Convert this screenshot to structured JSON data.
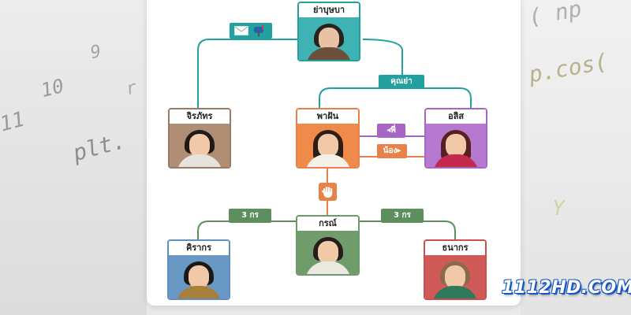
{
  "background": {
    "code_left": [
      "9",
      "10",
      "r",
      "11",
      "plt."
    ],
    "code_right": [
      "( np",
      "p.cos(",
      "Y"
    ]
  },
  "diagram": {
    "nodes": [
      {
        "id": "grandma",
        "name": "ย่าบุษบา",
        "color": "#23a0a0"
      },
      {
        "id": "jirapat",
        "name": "จิรภัทร",
        "color": "#9a7a64"
      },
      {
        "id": "pafun",
        "name": "พาฝัน",
        "color": "#e8824a"
      },
      {
        "id": "alis",
        "name": "อลิส",
        "color": "#a766c6"
      },
      {
        "id": "korn",
        "name": "กรณ์",
        "color": "#6b9a6b"
      },
      {
        "id": "kirakorn",
        "name": "คิรากร",
        "color": "#5f8fbf"
      },
      {
        "id": "tanakorn",
        "name": "ธนากร",
        "color": "#cc4f4f"
      }
    ],
    "badges": {
      "khun_ya": "คุณย่า",
      "pee": "◂พี่",
      "nong": "น้อง▸",
      "left_3korn": "3 กร",
      "right_3korn": "3 กร"
    },
    "colors": {
      "teal": "#23a0a0",
      "orange": "#e8824a",
      "purple": "#a766c6",
      "green": "#5c8f5c"
    }
  },
  "watermark": "1112HD.COM"
}
